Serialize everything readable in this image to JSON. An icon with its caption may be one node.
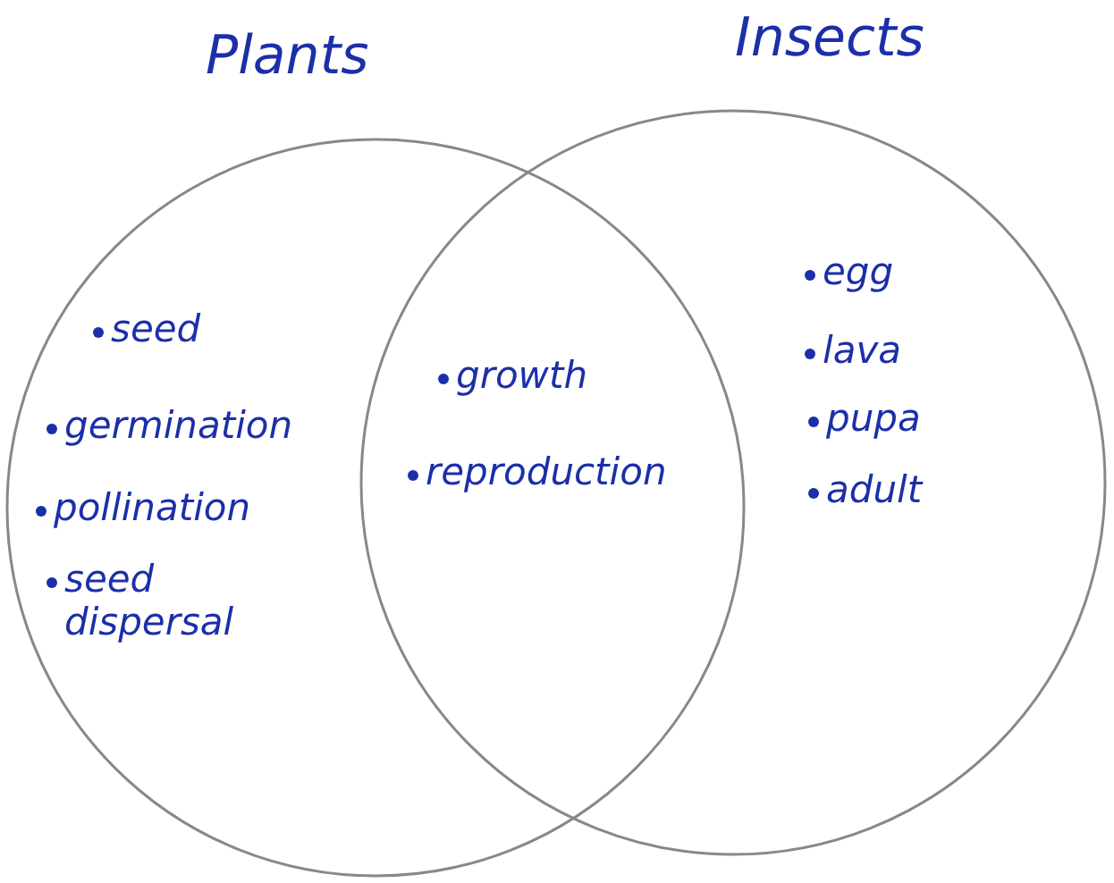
{
  "diagram": {
    "nodes": [
      {
        "text": [
          "Plants"
        ]
      },
      {
        "text": [
          "Insects"
        ]
      }
    ],
    "edges": [],
    "labels": [
      "seed",
      "germination",
      "pollination",
      "seed dispersal",
      "growth",
      "reproduction",
      "egg",
      "lava",
      "pupa",
      "adult"
    ]
  }
}
